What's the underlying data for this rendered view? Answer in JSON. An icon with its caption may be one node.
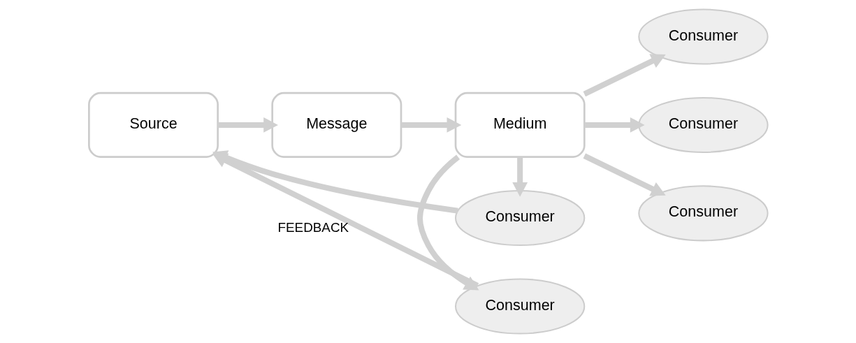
{
  "diagram": {
    "nodes": [
      {
        "text": [
          "Source"
        ]
      },
      {
        "text": [
          "Message"
        ]
      },
      {
        "text": [
          "Medium"
        ]
      },
      {
        "text": [
          "Consumer"
        ]
      },
      {
        "text": [
          "Consumer"
        ]
      },
      {
        "text": [
          "Consumer"
        ]
      },
      {
        "text": [
          "Consumer"
        ]
      },
      {
        "text": [
          "Consumer"
        ]
      }
    ],
    "edges": [
      {
        "from": 0,
        "to": 1,
        "arrow": "to"
      },
      {
        "from": 1,
        "to": 2,
        "arrow": "to"
      },
      {
        "from": 2,
        "to": 3,
        "arrow": "to"
      },
      {
        "from": 2,
        "to": 4,
        "arrow": "to"
      },
      {
        "from": 2,
        "to": 5,
        "arrow": "to"
      },
      {
        "from": 2,
        "to": 6,
        "arrow": "to"
      },
      {
        "from": 2,
        "to": 7,
        "arrow": "to"
      },
      {
        "from": 3,
        "to": 0,
        "arrow": "to",
        "label": "FEEDBACK"
      },
      {
        "from": 7,
        "to": 0,
        "arrow": "to"
      }
    ]
  }
}
